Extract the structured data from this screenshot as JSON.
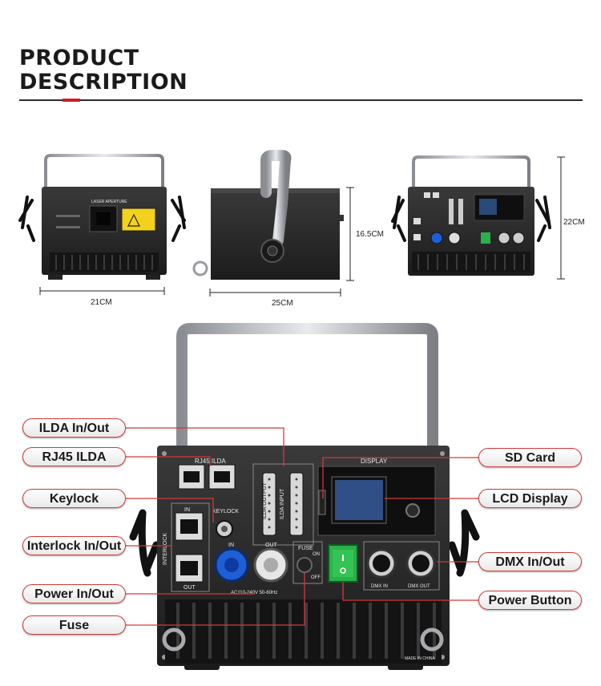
{
  "heading": {
    "line1": "PRODUCT",
    "line2": "DESCRIPTION"
  },
  "dimensions": {
    "width": "21CM",
    "length": "25CM",
    "height_side": "16.5CM",
    "height_back": "22CM"
  },
  "front_panel": {
    "laser_aperture": "LASER APERTURE"
  },
  "back_panel": {
    "rj45_label": "RJ45 ILDA",
    "ilda_output": "ILDA OUTPUT",
    "ilda_input": "ILDA INPUT",
    "display": "DISPLAY",
    "interlock": "INTERLOCK",
    "in": "IN",
    "out": "OUT",
    "keylock": "KEYLOCK",
    "fuse": "FUSE",
    "on": "ON",
    "off": "OFF",
    "power_rating": "AC110-240V 50-60Hz",
    "dmx_in": "DMX IN",
    "dmx_out": "DMX OUT",
    "made_in": "MADE IN CHINA"
  },
  "callouts": {
    "ilda": "ILDA In/Out",
    "rj45": "RJ45 ILDA",
    "keylock": "Keylock",
    "interlock": "Interlock In/Out",
    "power": "Power In/Out",
    "fuse": "Fuse",
    "sd_card": "SD Card",
    "lcd": "LCD Display",
    "dmx": "DMX In/Out",
    "power_button": "Power Button"
  },
  "colors": {
    "accent": "#c8202a",
    "callout_border": "#d23a3a",
    "panel": "#2a2a2a",
    "power_in": "#1e5fd6",
    "switch": "#2bb04a"
  }
}
